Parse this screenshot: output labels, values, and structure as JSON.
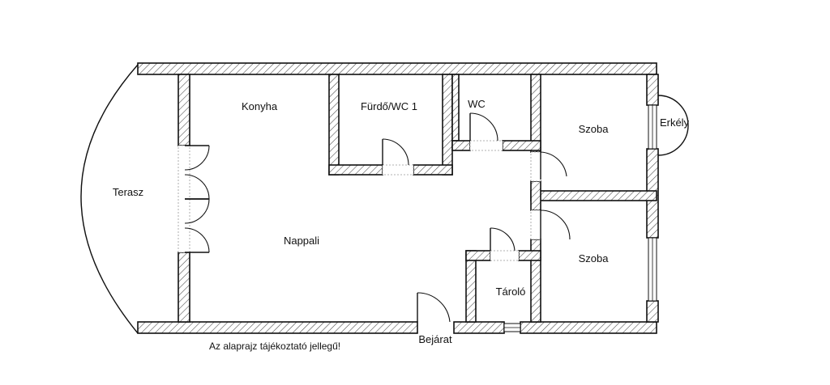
{
  "rooms": {
    "konyha": "Konyha",
    "furdo": "Fürdő/WC 1",
    "wc": "WC",
    "szoba1": "Szoba",
    "erkely": "Erkély",
    "terasz": "Terasz",
    "nappali": "Nappali",
    "szoba2": "Szoba",
    "tarolo": "Tároló",
    "bejarat": "Bejárat"
  },
  "note": "Az alaprajz tájékoztató jellegű!"
}
